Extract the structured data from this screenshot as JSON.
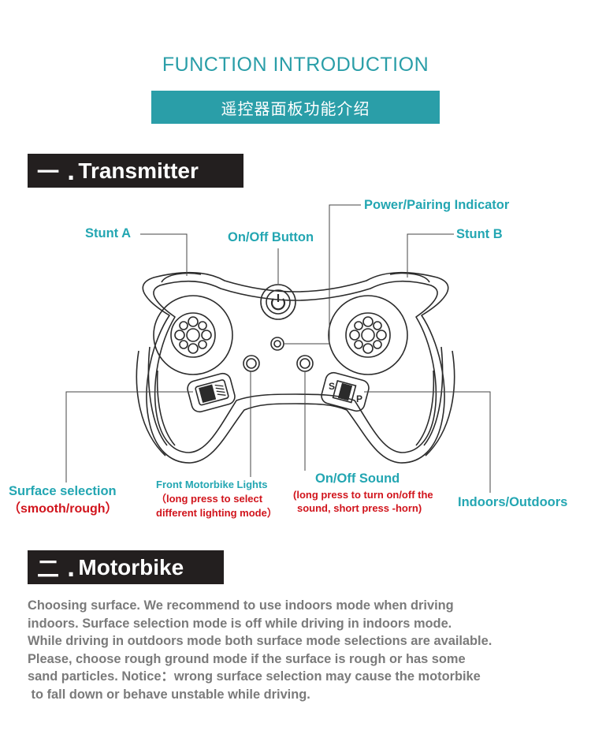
{
  "header": {
    "title_en": "FUNCTION INTRODUCTION",
    "title_cn": "遥控器面板功能介绍"
  },
  "transmitter": {
    "num": "一 .",
    "heading": "Transmitter",
    "labels": {
      "stunt_a": "Stunt A",
      "on_off_button": "On/Off Button",
      "power_indicator": "Power/Pairing Indicator",
      "stunt_b": "Stunt B",
      "surface_selection": "Surface selection",
      "surface_selection_sub": "（smooth/rough）",
      "front_lights": "Front Motorbike Lights",
      "front_lights_sub1": "（long press to select",
      "front_lights_sub2": "different lighting mode）",
      "on_off_sound": "On/Off Sound",
      "on_off_sound_sub1": "(long press to turn on/off the",
      "on_off_sound_sub2": "sound, short press -horn)",
      "indoors_outdoors": "Indoors/Outdoors"
    },
    "switch_letters": {
      "s": "S",
      "p": "P"
    }
  },
  "motorbike": {
    "num": "二 .",
    "heading": "Motorbike",
    "paragraph_lines": [
      "Choosing surface. We recommend to use indoors mode when driving",
      "indoors. Surface selection mode is off while driving in indoors mode.",
      "While driving in outdoors mode both surface mode selections are available.",
      "Please, choose rough ground mode if the surface is rough or has some",
      "sand particles. Notice：wrong surface selection may cause the motorbike",
      " to fall down or behave unstable while driving."
    ]
  },
  "colors": {
    "accent_teal": "#2a9ea8",
    "label_teal": "#23a6b2",
    "label_red": "#d1141c",
    "section_bar": "#231f1f",
    "body_text": "#7a7a7a"
  }
}
